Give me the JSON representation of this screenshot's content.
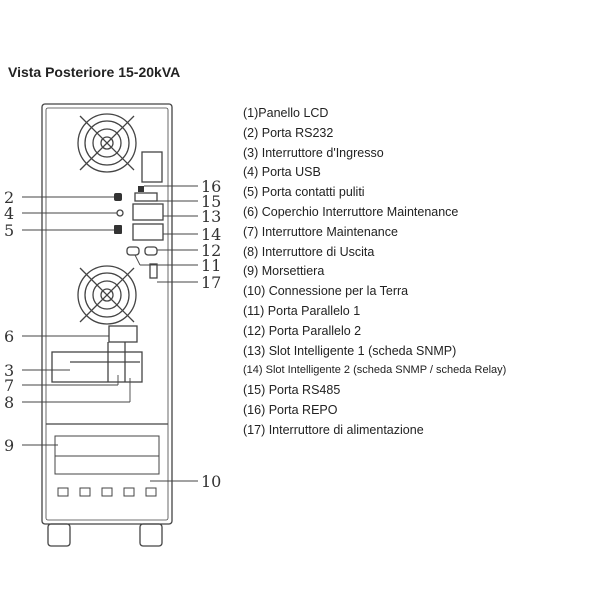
{
  "title": "Vista Posteriore 15-20kVA",
  "legend": [
    "(1)Panello LCD",
    "(2) Porta RS232",
    "(3) Interruttore d'Ingresso",
    "(4) Porta USB",
    "(5) Porta contatti puliti",
    "(6) Coperchio Interruttore Maintenance",
    "(7) Interruttore Maintenance",
    "(8) Interruttore di Uscita",
    "(9) Morsettiera",
    "(10) Connessione per la Terra",
    "(11) Porta Parallelo 1",
    "(12) Porta Parallelo 2",
    "(13) Slot Intelligente 1 (scheda SNMP)",
    "(14) Slot Intelligente 2 (scheda SNMP / scheda Relay)",
    "(15) Porta RS485",
    "(16) Porta REPO",
    "(17) Interruttore di alimentazione"
  ],
  "callouts_left": [
    "2",
    "4",
    "5",
    "6",
    "3",
    "7",
    "8",
    "9"
  ],
  "callouts_right": [
    "16",
    "15",
    "13",
    "14",
    "12",
    "11",
    "17",
    "10"
  ]
}
